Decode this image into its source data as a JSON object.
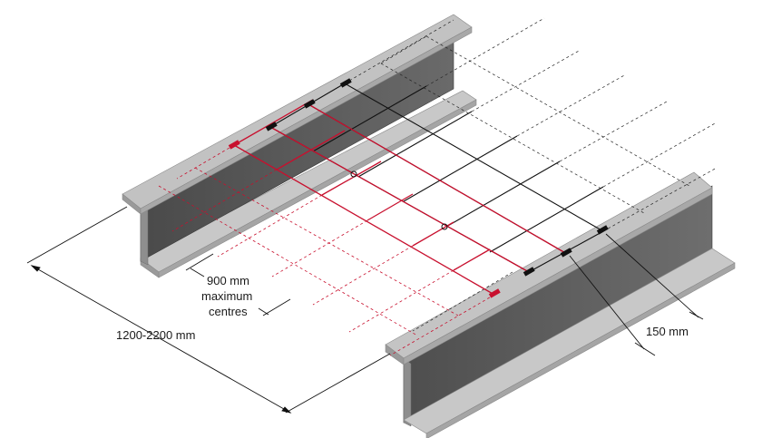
{
  "labels": {
    "spacing_value": "900 mm",
    "spacing_line2": "maximum",
    "spacing_line3": "centres",
    "span": "1200-2200 mm",
    "end_distance": "150 mm"
  },
  "colors": {
    "highlight": "#c8102e",
    "steel_top": "#bcbcbc",
    "steel_web": "#555555",
    "steel_side": "#9a9a9a",
    "line": "#111111"
  }
}
